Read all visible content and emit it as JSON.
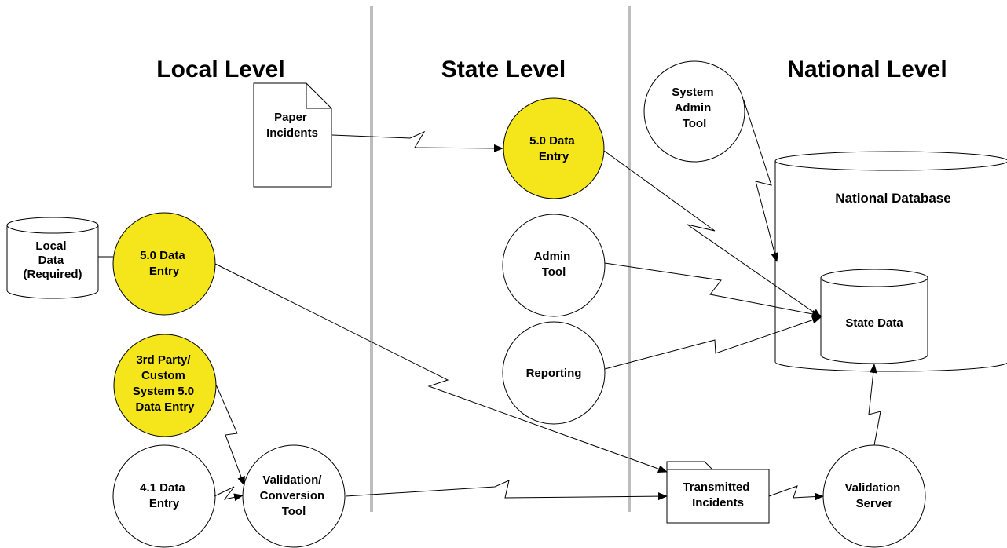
{
  "levels": {
    "local": "Local Level",
    "state": "State Level",
    "national": "National Level"
  },
  "nodes": {
    "paper_incidents": [
      "Paper",
      "Incidents"
    ],
    "state_data_entry": [
      "5.0 Data",
      "Entry"
    ],
    "system_admin_tool": [
      "System",
      "Admin",
      "Tool"
    ],
    "national_database": [
      "National Database"
    ],
    "local_data": [
      "Local",
      "Data",
      "(Required)"
    ],
    "local_data_entry": [
      "5.0 Data",
      "Entry"
    ],
    "admin_tool": [
      "Admin",
      "Tool"
    ],
    "state_data": [
      "State Data"
    ],
    "reporting": [
      "Reporting"
    ],
    "third_party": [
      "3rd Party/",
      "Custom",
      "System 5.0",
      "Data Entry"
    ],
    "data_entry_41": [
      "4.1 Data",
      "Entry"
    ],
    "validation_conversion": [
      "Validation/",
      "Conversion",
      "Tool"
    ],
    "transmitted_incidents": [
      "Transmitted",
      "Incidents"
    ],
    "validation_server": [
      "Validation",
      "Server"
    ]
  },
  "colors": {
    "highlight": "#f5e51b",
    "divider": "#bdbdbd",
    "stroke": "#000000"
  }
}
